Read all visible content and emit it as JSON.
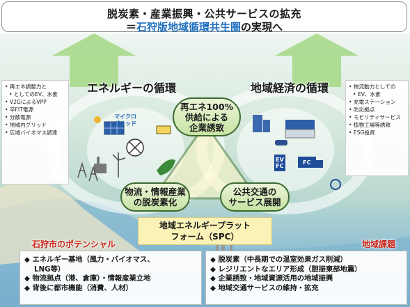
{
  "title": {
    "line1": "脱炭素・産業振興・公共サービスの拡充",
    "line2_prefix": "＝",
    "line2_highlight": "石狩版地域循環共生圏",
    "line2_suffix": "の実現へ"
  },
  "left_cycle": {
    "title": "エネルギーの循環",
    "items": [
      "再エネ調整力と",
      "としてのEV、水素",
      "V2GによるVPP",
      "卒FIT電源",
      "分散電源",
      "地域内グリッド",
      "広域バイオマス調達"
    ]
  },
  "right_cycle": {
    "title": "地域経済の循環",
    "items": [
      "物流動力としての",
      "EV、水素",
      "充電ステーション",
      "防災拠点",
      "モビリティサービス",
      "植物工場等誘致",
      "ESG投資"
    ]
  },
  "micro_grid_label": [
    "マイクロ",
    "グリッド"
  ],
  "ev_label": [
    "EV",
    "FC"
  ],
  "fc_label": "FC",
  "nodes": {
    "top": [
      "再エネ100%",
      "供給による",
      "企業誘致"
    ],
    "left": [
      "物流・情報産業",
      "の脱炭素化"
    ],
    "right": [
      "公共交通の",
      "サービス展開"
    ]
  },
  "platform": [
    "地域エネルギープラット",
    "フォーム（SPC）"
  ],
  "potential": {
    "title": "石狩市のポテンシャル",
    "items": [
      {
        "text": "エネルギー基地（風力・バイオマス、",
        "cont": false
      },
      {
        "text": "LNG等）",
        "cont": true
      },
      {
        "text": "物流拠点（港、倉庫）・情報産業立地",
        "cont": false
      },
      {
        "text": "背後に都市機能（消費、人材）",
        "cont": false
      }
    ]
  },
  "issues": {
    "title": "地域課題",
    "items": [
      "脱炭素（中長期での温室効果ガス削減）",
      "レジリエントなエリア形成（胆振東部地震）",
      "企業誘致・地域資源活用の地域振興",
      "地域交通サービスの維持・拡充"
    ]
  },
  "colors": {
    "title_highlight": "#1f6fbf",
    "node_border": "#3c6b2f",
    "node_fill": "#c8e3a4",
    "arrow_green": "#9bd07a",
    "accent_red": "#c9271b",
    "platform_fill": "#fbf2b8"
  }
}
